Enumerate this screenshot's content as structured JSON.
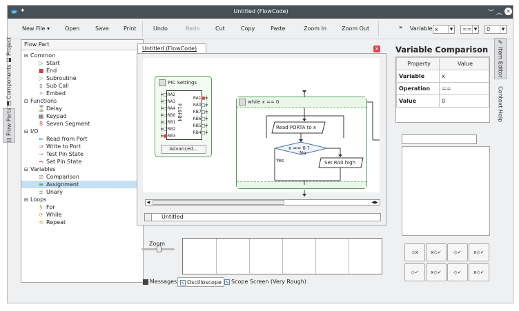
{
  "window": {
    "title": "Untitled (FlowCode)"
  },
  "toolbar": {
    "new_file": "New File",
    "new_file_arrow": "▾",
    "open": "Open",
    "save": "Save",
    "print": "Print",
    "undo": "Undo",
    "redo": "Redo",
    "cut": "Cut",
    "copy": "Copy",
    "paste": "Paste",
    "zoom_in": "Zoom In",
    "zoom_out": "Zoom Out",
    "overflow": "»",
    "variable_label": "Variable",
    "variable_value": "x",
    "operator_value": "==",
    "compare_value": "0"
  },
  "left_tabs": [
    "Project",
    "Components",
    "Flow Parts"
  ],
  "flow_part": {
    "header": "Flow Part",
    "categories": [
      {
        "label": "Common",
        "items": [
          "Start",
          "End",
          "Subroutine",
          "Sub Call",
          "Embed"
        ]
      },
      {
        "label": "Functions",
        "items": [
          "Delay",
          "Keypad",
          "Seven Segment"
        ]
      },
      {
        "label": "I/O",
        "items": [
          "Read from Port",
          "Write to Port",
          "Test Pin State",
          "Set Pin State"
        ]
      },
      {
        "label": "Variables",
        "items": [
          "Comparison",
          "Assignment",
          "Unary"
        ]
      },
      {
        "label": "Loops",
        "items": [
          "For",
          "While",
          "Repeat"
        ]
      }
    ],
    "selected": "Assignment"
  },
  "document": {
    "tab": "Untitled (FlowCode)",
    "pic_settings": "PIC Settings",
    "chip_name": "P16F84",
    "left_pins": [
      "RA2",
      "RA3",
      "RA4",
      "RB0",
      "RB1",
      "RB2",
      "RB3"
    ],
    "right_pins": [
      "RA1",
      "RA0",
      "RB7",
      "RB6",
      "RB5",
      "RB4"
    ],
    "advanced": "Advanced...",
    "while_label": "while x == 0",
    "read_porta": "Read PORTA to x",
    "decision": "x == 0 ?",
    "no_label": "No",
    "yes_label": "Yes",
    "set_ra0": "Set RA0 high",
    "untitled_label": "Untitled"
  },
  "variable_comparison": {
    "title": "Variable Comparison",
    "col_property": "Property",
    "col_value": "Value",
    "rows": [
      {
        "key": "Variable",
        "value": "x"
      },
      {
        "key": "Operation",
        "value": "=="
      },
      {
        "key": "Value",
        "value": "0"
      }
    ]
  },
  "right_tabs": [
    "Item Editor",
    "Context Help"
  ],
  "bottom": {
    "zoom_label": "Zoom",
    "tabs": [
      "Messages",
      "Oscilloscope",
      "Scope Screen (Very Rough)"
    ],
    "active_tab": "Oscilloscope"
  },
  "icon_buttons": [
    {
      "name": "flow-branch-icon-1",
      "glyph": "◇x"
    },
    {
      "name": "flow-branch-icon-2",
      "glyph": "x◇✓"
    },
    {
      "name": "flow-branch-icon-3",
      "glyph": "◇✓"
    },
    {
      "name": "flow-branch-icon-4",
      "glyph": "x◇✓"
    },
    {
      "name": "flow-branch-icon-5",
      "glyph": "◇✓"
    },
    {
      "name": "flow-branch-icon-6",
      "glyph": "x◇✓"
    },
    {
      "name": "flow-branch-icon-7",
      "glyph": "◇✓"
    },
    {
      "name": "flow-branch-icon-8",
      "glyph": "x◇✓"
    }
  ],
  "colors": {
    "titlebar": "#475057",
    "selection": "#c5dff4",
    "close": "#da4453",
    "flow_green": "#5a9c5a"
  }
}
